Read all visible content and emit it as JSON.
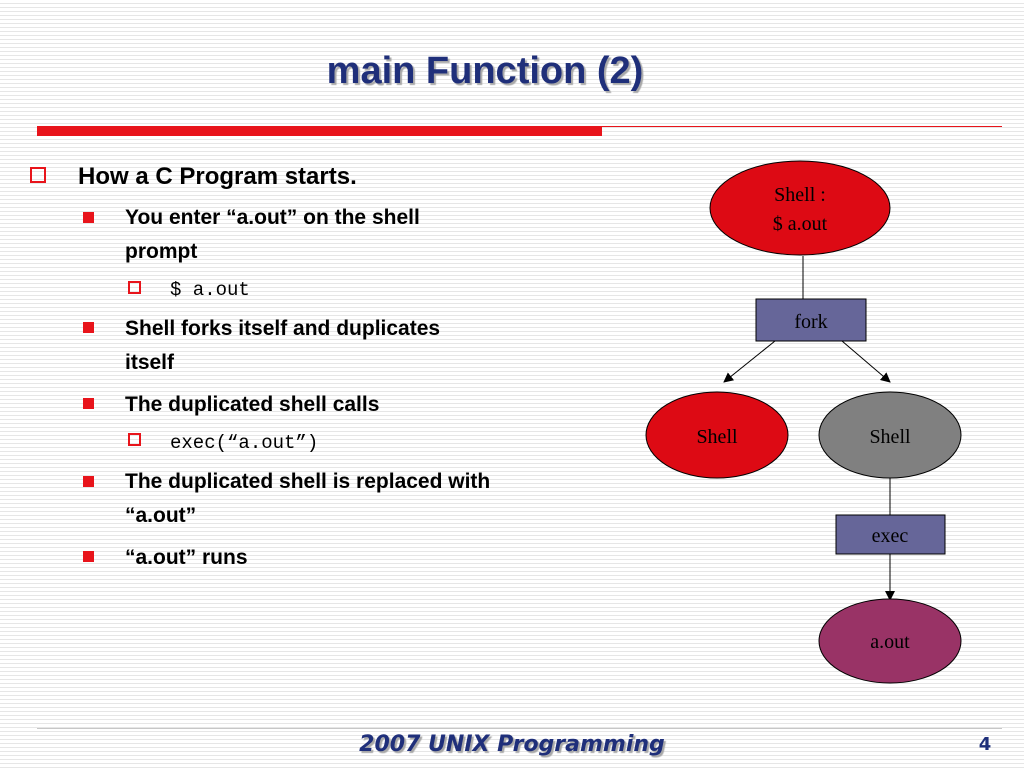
{
  "slide": {
    "title": "main Function (2)",
    "footer": "2007 UNIX Programming",
    "page_number": "4"
  },
  "bullets": [
    {
      "level": 1,
      "lines": [
        "How a C Program starts."
      ]
    },
    {
      "level": 2,
      "lines": [
        "You enter “a.out” on the shell",
        "prompt"
      ]
    },
    {
      "level": 3,
      "lines": [
        "$ a.out"
      ]
    },
    {
      "level": 2,
      "lines": [
        "Shell forks itself and duplicates",
        "itself"
      ]
    },
    {
      "level": 2,
      "lines": [
        "The duplicated shell calls"
      ]
    },
    {
      "level": 3,
      "lines": [
        "exec(“a.out”)"
      ]
    },
    {
      "level": 2,
      "lines": [
        "The duplicated shell is replaced with",
        "“a.out”"
      ]
    },
    {
      "level": 2,
      "lines": [
        "“a.out” runs"
      ]
    }
  ],
  "diagram": {
    "shell_top": {
      "line1": "Shell :",
      "line2": "$ a.out"
    },
    "fork_label": "fork",
    "shell_left": "Shell",
    "shell_right": "Shell",
    "exec_label": "exec",
    "aout_label": "a.out"
  },
  "colors": {
    "title": "#1f2f7a",
    "accent_red": "#e8141b",
    "node_red": "#dd0a14",
    "node_gray": "#808080",
    "node_purple": "#993366",
    "box_fill": "#666699"
  }
}
